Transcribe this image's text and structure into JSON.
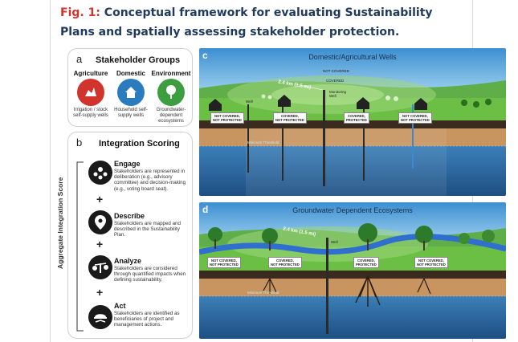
{
  "figure": {
    "title_number": "Fig. 1:",
    "title_text": "Conceptual framework for evaluating Sustainability Plans and spatially assessing stakeholder protection."
  },
  "panel_a": {
    "letter": "a",
    "title": "Stakeholder Groups",
    "groups": [
      {
        "name": "Agriculture",
        "desc": "Irrigation / stock self-supply wells",
        "color": "#d0342c",
        "icon": "tractor-faucet-icon"
      },
      {
        "name": "Domestic",
        "desc": "Household self-supply wells",
        "color": "#2b7bbf",
        "icon": "house-faucet-icon"
      },
      {
        "name": "Environment",
        "desc": "Groundwater-dependent ecosystems",
        "color": "#3d9e3f",
        "icon": "tree-icon"
      }
    ]
  },
  "panel_b": {
    "letter": "b",
    "title": "Integration Scoring",
    "axis_label": "Aggregate Integration Score",
    "plus": "+",
    "steps": [
      {
        "name": "Engage",
        "desc": "Stakeholders are represented in deliberation (e.g., advisory committee) and decision-making (e.g., voting board seat).",
        "icon": "people-group-icon"
      },
      {
        "name": "Describe",
        "desc": "Stakeholders are mapped and described in the Sustainability Plan.",
        "icon": "map-pin-icon"
      },
      {
        "name": "Analyze",
        "desc": "Stakeholders are considered through quantified impacts when defining sustainability.",
        "icon": "scale-icon"
      },
      {
        "name": "Act",
        "desc": "Stakeholders are identified as beneficiaries of project and management actions.",
        "icon": "hardhat-handshake-icon"
      }
    ]
  },
  "panel_c": {
    "letter": "c",
    "title": "Domestic/Agricultural Wells",
    "not_covered": "NOT COVERED",
    "covered": "COVERED",
    "distance": "2.4 km (1.5 mi)",
    "monitoring_well": "Monitoring Well",
    "well": "Well",
    "minimum_threshold": "Minimum Threshold",
    "tags": [
      {
        "line1": "NOT COVERED,",
        "line2": "NOT PROTECTED"
      },
      {
        "line1": "COVERED,",
        "line2": "NOT PROTECTED"
      },
      {
        "line1": "COVERED,",
        "line2": "PROTECTED"
      },
      {
        "line1": "NOT COVERED,",
        "line2": "NOT PROTECTED"
      }
    ]
  },
  "panel_d": {
    "letter": "d",
    "title": "Groundwater Dependent Ecosystems",
    "distance": "2.4 km (1.5 mi)",
    "well": "Well",
    "minimum_threshold": "Minimum Threshold",
    "tags": [
      {
        "line1": "NOT COVERED,",
        "line2": "NOT PROTECTED"
      },
      {
        "line1": "COVERED,",
        "line2": "NOT PROTECTED"
      },
      {
        "line1": "COVERED,",
        "line2": "PROTECTED"
      },
      {
        "line1": "NOT COVERED,",
        "line2": "NOT PROTECTED"
      }
    ]
  }
}
